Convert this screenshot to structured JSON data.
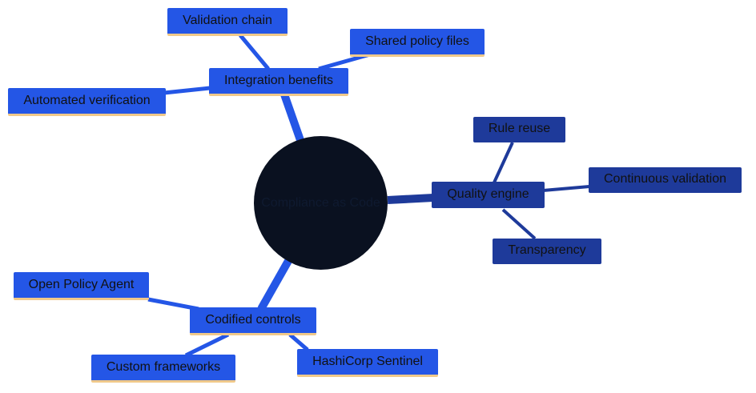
{
  "diagram": {
    "root": {
      "label": "Compliance as Code"
    },
    "branches": [
      {
        "id": "integration",
        "label": "Integration benefits",
        "children": [
          "Validation chain",
          "Shared policy files",
          "Automated verification"
        ]
      },
      {
        "id": "quality",
        "label": "Quality engine",
        "children": [
          "Rule reuse",
          "Continuous validation",
          "Transparency"
        ]
      },
      {
        "id": "codified",
        "label": "Codified controls",
        "children": [
          "Open Policy Agent",
          "Custom frameworks",
          "HashiCorp Sentinel"
        ]
      }
    ],
    "colors": {
      "root_fill": "#0a1120",
      "bright_node": "#2456e6",
      "dark_node": "#1e3a9a",
      "node_underline": "#f0c98a",
      "connector_bright": "#2456e6",
      "connector_dark": "#1e3a9a"
    }
  }
}
